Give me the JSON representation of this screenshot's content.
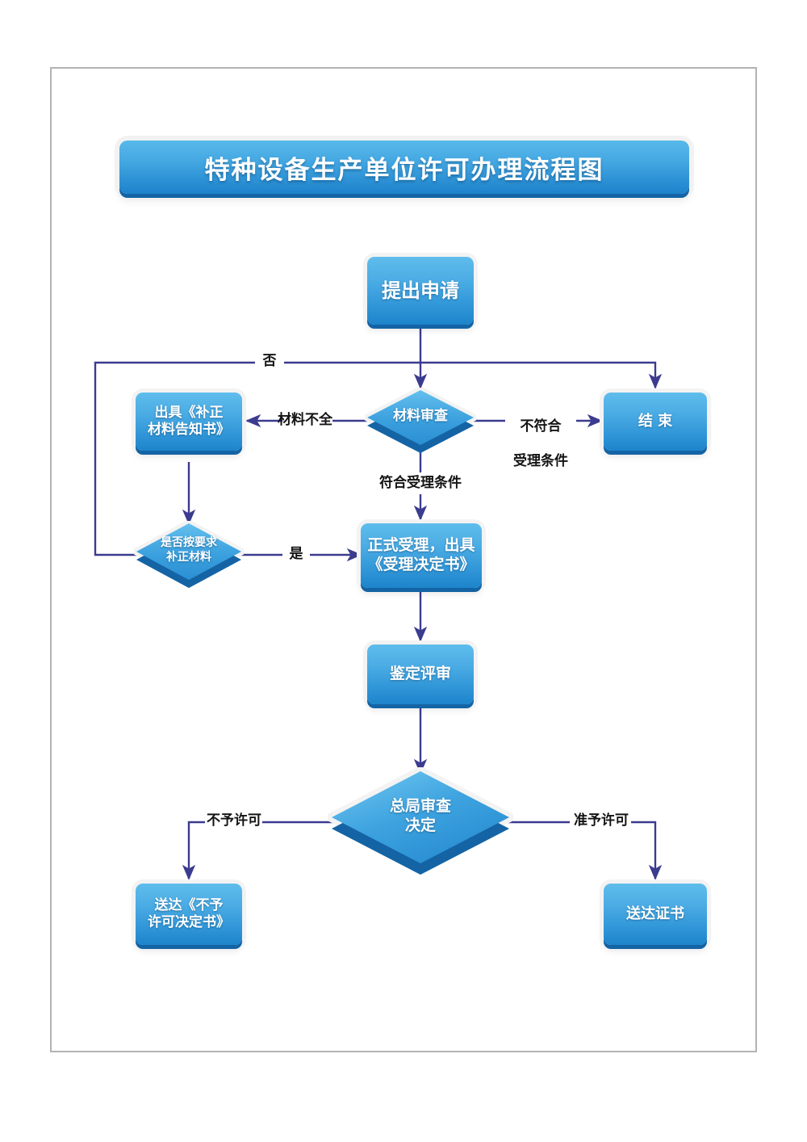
{
  "diagram": {
    "title": "特种设备生产单位许可办理流程图",
    "accent_color": "#2f95d7",
    "accent_dark": "#1464a5",
    "connector_color": "#3b3b8f",
    "frame_color": "#b3b3b3",
    "node_text_color": "#ffffff",
    "label_text_color": "#131313"
  },
  "chart_data": {
    "type": "diagram",
    "title": "特种设备生产单位许可办理流程图",
    "nodes": [
      {
        "id": "apply",
        "shape": "rect",
        "label": "提出申请"
      },
      {
        "id": "review",
        "shape": "diamond",
        "label": "材料审查"
      },
      {
        "id": "notice",
        "shape": "rect",
        "label": "出具《补正\n材料告知书》"
      },
      {
        "id": "end",
        "shape": "rect",
        "label": "结  束"
      },
      {
        "id": "fixed",
        "shape": "diamond",
        "label": "是否按要求\n补正材料"
      },
      {
        "id": "accept",
        "shape": "rect",
        "label": "正式受理，出具\n《受理决定书》"
      },
      {
        "id": "appraisal",
        "shape": "rect",
        "label": "鉴定评审"
      },
      {
        "id": "decision",
        "shape": "diamond",
        "label": "总局审查\n决定"
      },
      {
        "id": "deny_doc",
        "shape": "rect",
        "label": "送达《不予\n许可决定书》"
      },
      {
        "id": "certificate",
        "shape": "rect",
        "label": "送达证书"
      }
    ],
    "edges": [
      {
        "from": "apply",
        "to": "review",
        "label": ""
      },
      {
        "from": "review",
        "to": "notice",
        "label": "材料不全"
      },
      {
        "from": "review",
        "to": "end",
        "label": "不符合\n受理条件"
      },
      {
        "from": "review",
        "to": "accept",
        "label": "符合受理条件"
      },
      {
        "from": "notice",
        "to": "fixed",
        "label": ""
      },
      {
        "from": "fixed",
        "to": "accept",
        "label": "是"
      },
      {
        "from": "fixed",
        "to": "end",
        "label": "否"
      },
      {
        "from": "accept",
        "to": "appraisal",
        "label": ""
      },
      {
        "from": "appraisal",
        "to": "decision",
        "label": ""
      },
      {
        "from": "decision",
        "to": "deny_doc",
        "label": "不予许可"
      },
      {
        "from": "decision",
        "to": "certificate",
        "label": "准予许可"
      }
    ]
  },
  "nodes": {
    "apply": "提出申请",
    "review": "材料审查",
    "notice_line1": "出具《补正",
    "notice_line2": "材料告知书》",
    "end": "结  束",
    "fixed_line1": "是否按要求",
    "fixed_line2": "补正材料",
    "accept_line1": "正式受理，出具",
    "accept_line2": "《受理决定书》",
    "appraisal": "鉴定评审",
    "decision_line1": "总局审查",
    "decision_line2": "决定",
    "deny_line1": "送达《不予",
    "deny_line2": "许可决定书》",
    "certificate": "送达证书"
  },
  "edge_labels": {
    "no": "否",
    "incomplete": "材料不全",
    "not_eligible_line1": "不符合",
    "not_eligible_line2": "受理条件",
    "eligible": "符合受理条件",
    "yes": "是",
    "deny": "不予许可",
    "grant": "准予许可"
  }
}
